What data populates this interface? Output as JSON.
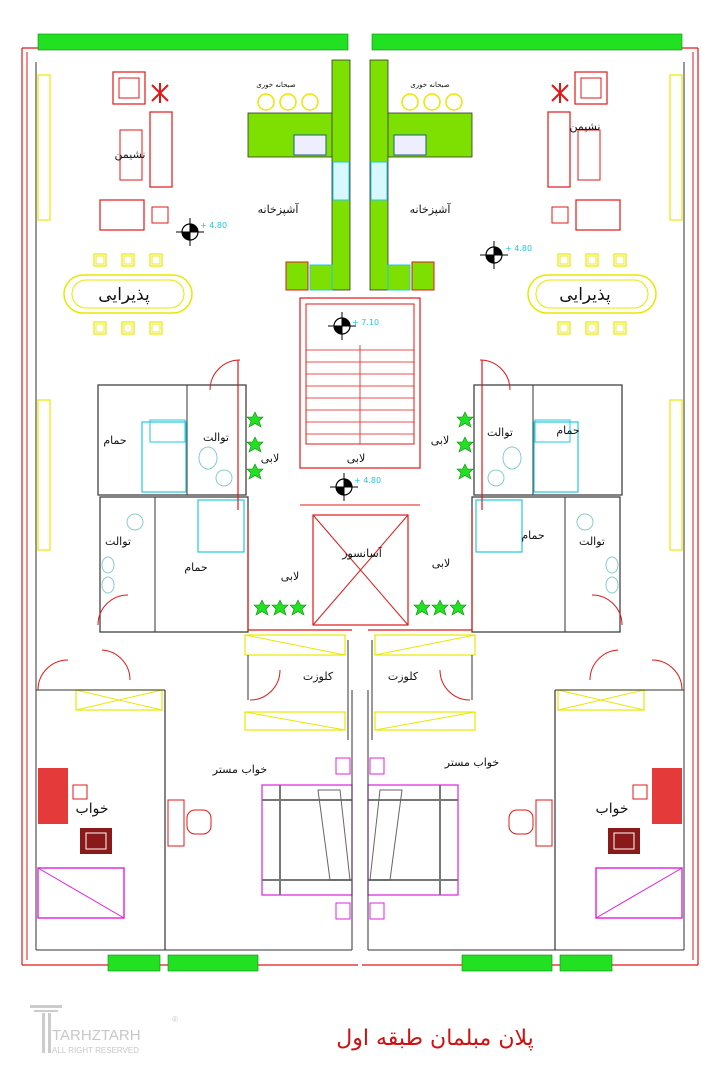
{
  "plan": {
    "title": "پلان مبلمان طبقه اول",
    "logo": {
      "brand": "TARHZTARH",
      "tagline": "ALL RIGHT RESERVED",
      "mark": "®"
    },
    "colors": {
      "wall": "#e01818",
      "hedge": "#22e022",
      "counter": "#7ee000",
      "fixture": "#22c8e0",
      "furniture_yellow": "#f0f000",
      "bed": "#e020e0"
    },
    "levels": {
      "unit_left": "+ 4.80",
      "unit_right": "+ 4.80",
      "stair": "+ 7.10",
      "lobby": "+ 4.80"
    },
    "rooms": {
      "living": "نشیمن",
      "kitchen": "آشپزخانه",
      "dining": "پذیرایی",
      "breakfast": "صبحانه خوری",
      "bath": "حمام",
      "toilet": "توالت",
      "lobby": "لابی",
      "elevator": "آسانسور",
      "closet": "کلوزت",
      "master_bedroom": "خواب مستر",
      "bedroom": "خواب"
    }
  }
}
